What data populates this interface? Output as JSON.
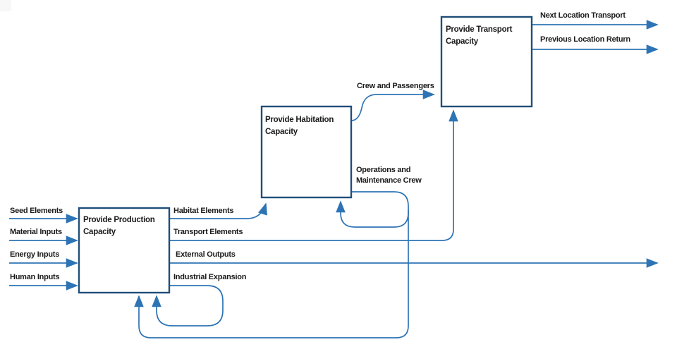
{
  "diagram": {
    "type": "functional-flow-block-diagram",
    "colors": {
      "background": "#ffffff",
      "flow_line": "#2e74b5",
      "box_border": "#1f4e79",
      "label_text": "#1a1a1a"
    },
    "boxes": {
      "production": {
        "label": "Provide Production Capacity"
      },
      "habitation": {
        "label": "Provide Habitation Capacity"
      },
      "transport": {
        "label": "Provide Transport Capacity"
      }
    },
    "inputs": {
      "seed": "Seed Elements",
      "material": "Material Inputs",
      "energy": "Energy Inputs",
      "human": "Human Inputs"
    },
    "flows": {
      "habitat_elements": "Habitat Elements",
      "transport_elements": "Transport Elements",
      "external_outputs": "External Outputs",
      "industrial_expansion": "Industrial Expansion",
      "crew_and_passengers": "Crew and Passengers",
      "operations_maintenance_crew": "Operations and Maintenance Crew",
      "next_location_transport": "Next Location Transport",
      "previous_location_return": "Previous Location Return"
    }
  }
}
